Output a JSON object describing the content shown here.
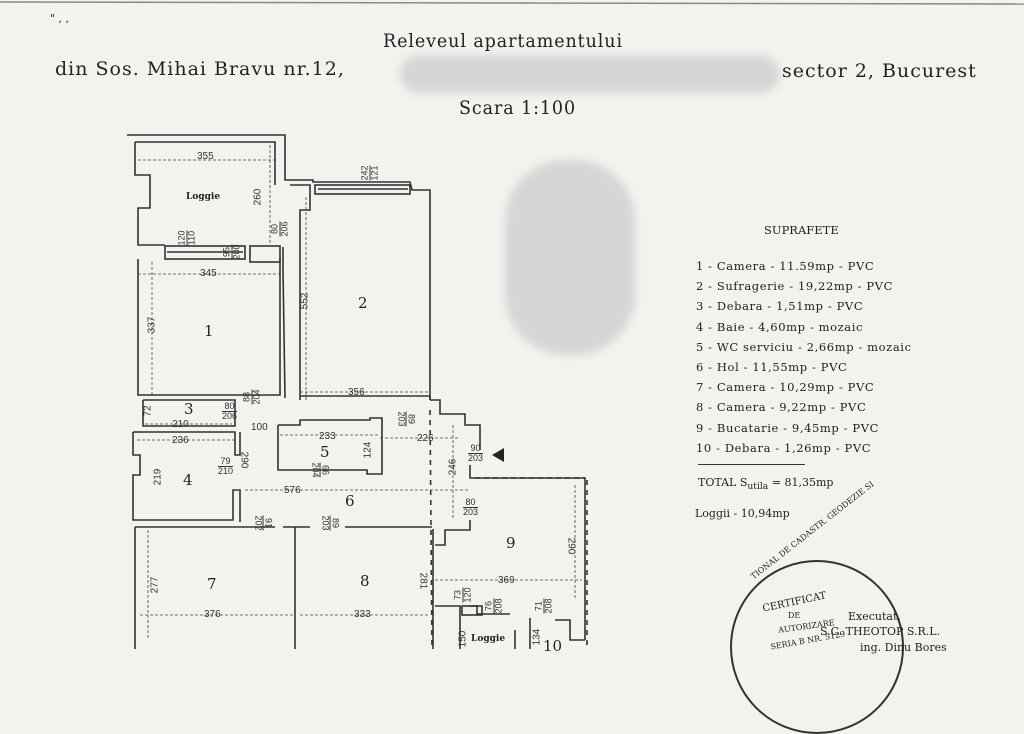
{
  "header": {
    "marks": "\" , ,",
    "title": "Releveul apartamentului",
    "address_left": "din Sos. Mihai Bravu nr.12,",
    "address_right": "sector 2, Bucurest",
    "scale": "Scara 1:100"
  },
  "plan": {
    "rooms": [
      "1",
      "2",
      "3",
      "4",
      "5",
      "6",
      "7",
      "8",
      "9",
      "10"
    ],
    "loggie": "Loggie",
    "dims": {
      "d355": "355",
      "d260": "260",
      "d242": "242",
      "d121": "121",
      "d120": "120",
      "d110": "110",
      "d95": "95",
      "d200": "200",
      "d80a": "80",
      "d206a": "206",
      "d345": "345",
      "d337": "337",
      "d552": "552",
      "d356": "356",
      "d88": "88",
      "d204": "204",
      "d80b": "80",
      "d206b": "206",
      "d210": "210",
      "d72": "72",
      "d100": "100",
      "d236": "236",
      "d233": "233",
      "d124": "124",
      "d66": "66",
      "d204b": "204",
      "d89a": "89",
      "d203a": "203",
      "d226": "226",
      "d90": "90",
      "d203b": "203",
      "d219": "219",
      "d79": "79",
      "d210b": "210",
      "d290a": "290",
      "d576": "576",
      "d246": "246",
      "d80c": "80",
      "d203c": "203",
      "d91": "91",
      "d202": "202",
      "d89b": "89",
      "d203d": "203",
      "d290b": "290",
      "d277": "277",
      "d281": "281",
      "d369": "369",
      "d376": "376",
      "d333": "333",
      "d73": "73",
      "d120b": "120",
      "d76": "76",
      "d208a": "208",
      "d71": "71",
      "d208b": "208",
      "d150": "150",
      "d134": "134"
    }
  },
  "surfaces": {
    "title": "SUPRAFETE",
    "items": [
      "1 - Camera - 11.59mp - PVC",
      "2 - Sufragerie - 19,22mp - PVC",
      "3 - Debara - 1,51mp - PVC",
      "4 - Baie - 4,60mp - mozaic",
      "5 - WC serviciu - 2,66mp - mozaic",
      "6 - Hol - 11,55mp - PVC",
      "7 - Camera - 10,29mp - PVC",
      "8 - Camera - 9,22mp - PVC",
      "9 - Bucatarie - 9,45mp - PVC",
      "10 - Debara - 1,26mp - PVC"
    ],
    "total_label": "TOTAL S",
    "total_sub": "utila",
    "total_value": "= 81,35mp",
    "loggii": "Loggii - 10,94mp"
  },
  "stamp": {
    "ring": "TIONAL DE CADASTR. GEODEZIE SI",
    "line1": "CERTIFICAT",
    "line2": "DE",
    "line3": "AUTORIZARE",
    "line4": "SERIA B NR. 5129",
    "executat": "Executat,",
    "company": "S.C. THEOTOP S.R.L.",
    "engineer": "ing. Dinu Bores"
  }
}
